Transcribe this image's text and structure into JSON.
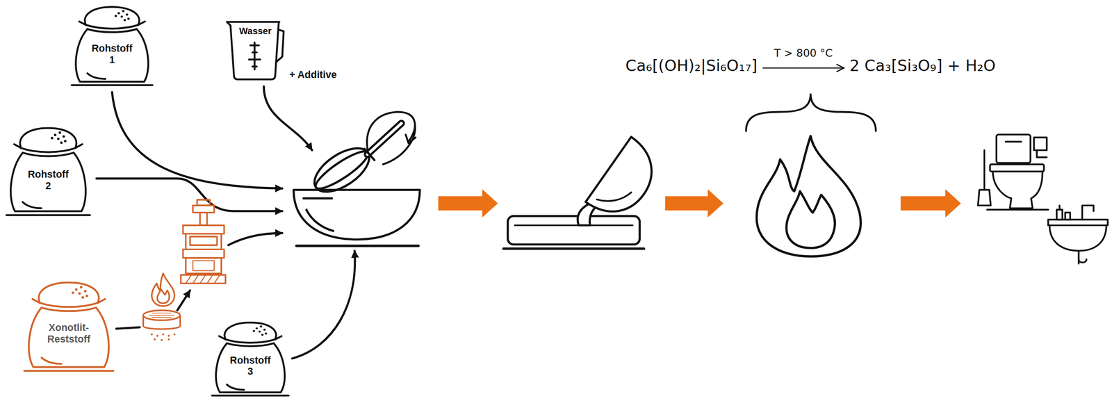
{
  "diagram": {
    "nodes": [
      {
        "text": [
          "Rohstoff 1"
        ]
      },
      {
        "text": [
          "Wasser"
        ]
      },
      {
        "text": [
          "Rohstoff 2"
        ]
      },
      {
        "text": [
          "Xonotlit-Reststoff"
        ]
      },
      {
        "text": [
          "Rohstoff 3"
        ]
      }
    ],
    "labels": [
      "+ Additive",
      "Ca₆[(OH)₂|Si₆O₁₇]",
      "T > 800 °C",
      "2 Ca₃[Si₃O₉] + H₂O"
    ]
  }
}
